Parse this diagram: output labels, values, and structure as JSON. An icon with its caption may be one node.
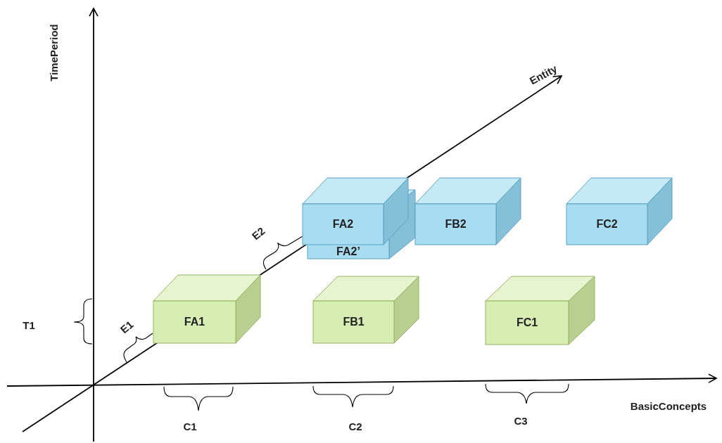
{
  "diagram": {
    "nodes": [
      {
        "text": [
          "FA2’"
        ]
      },
      {
        "text": [
          "FA2"
        ]
      },
      {
        "text": [
          "FB2"
        ]
      },
      {
        "text": [
          "FC2"
        ]
      },
      {
        "text": [
          "FA1"
        ]
      },
      {
        "text": [
          "FB1"
        ]
      },
      {
        "text": [
          "FC1"
        ]
      }
    ],
    "labels": [
      "TimePeriod",
      "Entity",
      "E2",
      "T1",
      "E1",
      "BasicConcepts",
      "C1",
      "C2",
      "C3"
    ]
  }
}
